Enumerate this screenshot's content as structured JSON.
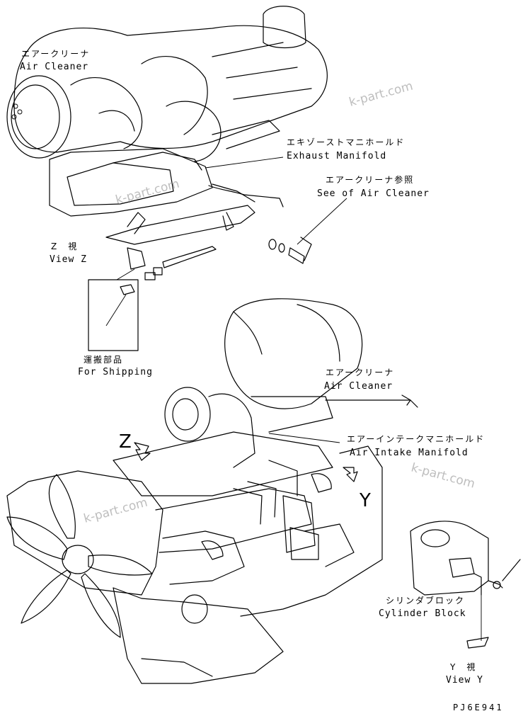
{
  "labels": {
    "air_cleaner_top": {
      "jp": "エアークリーナ",
      "en": "Air Cleaner"
    },
    "exhaust_manifold": {
      "jp": "エキゾーストマニホールド",
      "en": "Exhaust Manifold"
    },
    "see_air_cleaner": {
      "jp": "エアークリーナ参照",
      "en": "See of Air Cleaner"
    },
    "view_z": {
      "jp": "Z　視",
      "en": "View Z"
    },
    "for_shipping": {
      "jp": "運搬部品",
      "en": "For Shipping"
    },
    "air_cleaner_bottom": {
      "jp": "エアークリーナ",
      "en": "Air Cleaner"
    },
    "air_intake_manifold": {
      "jp": "エアーインテークマニホールド",
      "en": "Air Intake Manifold"
    },
    "cylinder_block": {
      "jp": "シリンダブロック",
      "en": "Cylinder Block"
    },
    "view_y": {
      "jp": "Y　視",
      "en": "View Y"
    }
  },
  "markers": {
    "z": "Z",
    "y": "Y"
  },
  "watermark": "k-part.com",
  "drawing_code": "PJ6E941"
}
